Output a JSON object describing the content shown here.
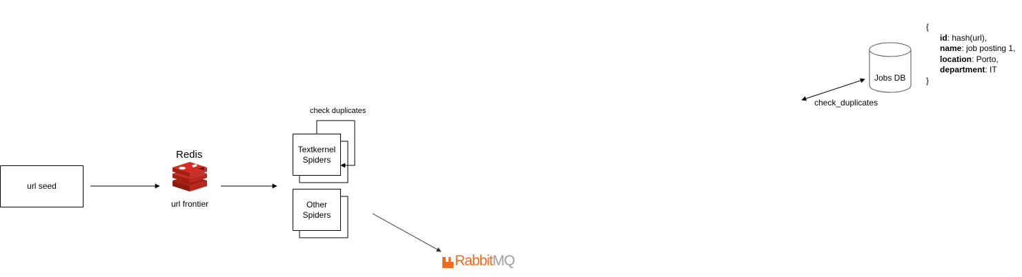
{
  "nodes": {
    "url_seed": "url seed",
    "redis_title": "Redis",
    "url_frontier": "url frontier",
    "check_duplicates_label": "check duplicates",
    "textkernel_spiders": "Textkernel Spiders",
    "other_spiders": "Other Spiders",
    "rabbitmq_brand": "Rabbit",
    "rabbitmq_suffix": "MQ"
  },
  "db_panel": {
    "db_label": "Jobs DB",
    "edge_label": "check_duplicates",
    "json_open": "{",
    "json_close": "}",
    "fields": [
      {
        "key": "id",
        "value": ": hash(url),"
      },
      {
        "key": "name",
        "value": ": job posting 1,"
      },
      {
        "key": "location",
        "value": ": Porto,"
      },
      {
        "key": "department",
        "value": ": IT"
      }
    ]
  },
  "colors": {
    "redis_red": "#c6302b",
    "redis_dark": "#a41e11",
    "rabbit_orange": "#f26b21",
    "rabbit_gray": "#9e9e9e",
    "panel_bg": "#f5f5f5"
  }
}
